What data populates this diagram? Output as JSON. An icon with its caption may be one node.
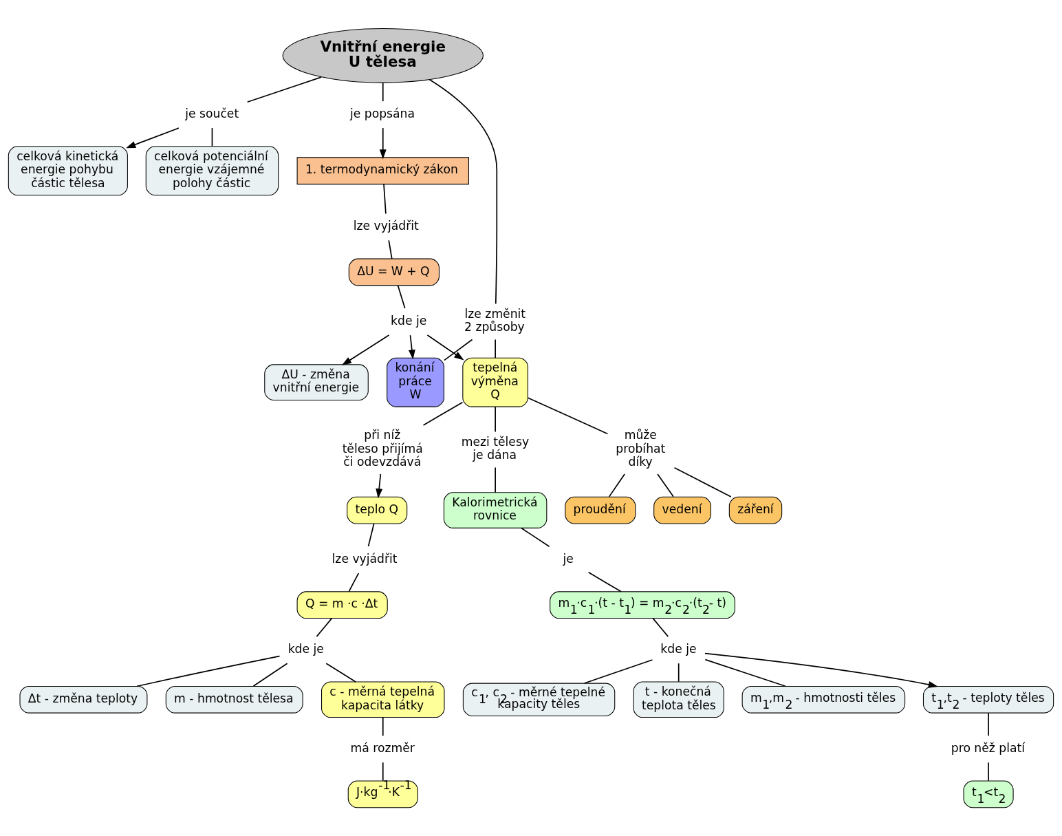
{
  "diagram": {
    "nodes": [
      {
        "text": [
          "Vnitřní energie U tělesa"
        ]
      },
      {
        "text": [
          "je součet"
        ]
      },
      {
        "text": [
          "celková kinetická energie pohybu částic tělesa"
        ]
      },
      {
        "text": [
          "celková potenciální energie vzájemné polohy částic"
        ]
      },
      {
        "text": [
          "je popsána"
        ]
      },
      {
        "text": [
          "1. termodynamický zákon"
        ]
      },
      {
        "text": [
          "lze vyjádřit"
        ]
      },
      {
        "text": [
          "ΔU = W + Q"
        ]
      },
      {
        "text": [
          "kde je"
        ]
      },
      {
        "text": [
          "ΔU - změna vnitřní energie"
        ]
      },
      {
        "text": [
          "lze změnit 2 způsoby"
        ]
      },
      {
        "text": [
          "tepelná výměna Q"
        ]
      },
      {
        "text": [
          "konání práce W"
        ]
      },
      {
        "text": [
          "při níž těleso přijímá či odevzdává"
        ]
      },
      {
        "text": [
          "teplo Q"
        ]
      },
      {
        "text": [
          "lze vyjádřit"
        ]
      },
      {
        "text": [
          "Q = m ·c ·Δt"
        ]
      },
      {
        "text": [
          "kde je"
        ]
      },
      {
        "text": [
          "Δt - změna teploty"
        ]
      },
      {
        "text": [
          "m - hmotnost tělesa"
        ]
      },
      {
        "text": [
          "c - měrná tepelná kapacita látky"
        ]
      },
      {
        "text": [
          "má rozměr"
        ]
      },
      {
        "text": [
          "J·kg$^{-1}$·K$^{-1}$"
        ]
      },
      {
        "text": [
          "mezi tělesy je dána"
        ]
      },
      {
        "text": [
          "Kalorimetrická rovnice"
        ]
      },
      {
        "text": [
          "je"
        ]
      },
      {
        "text": [
          "m$_{1}$·c$_{1}$·(t - t$_{1}$) = m$_{2}$·c$_{2}$·(t$_{2}$- t)"
        ]
      },
      {
        "text": [
          "kde je"
        ]
      },
      {
        "text": [
          "t$_{1}$,t$_{2}$ - teploty těles"
        ]
      },
      {
        "text": [
          "pro něž platí"
        ]
      },
      {
        "text": [
          "t$_{1}$<t$_{2}$"
        ]
      },
      {
        "text": [
          "c$_{1}$, c$_{2}$ - měrné tepelné kapacity těles"
        ]
      },
      {
        "text": [
          "t - konečná teplota těles"
        ]
      },
      {
        "text": [
          "m$_{1}$,m$_{2}$ - hmotnosti těles"
        ]
      },
      {
        "text": [
          "může probíhat díky"
        ]
      },
      {
        "text": [
          "proudění"
        ]
      },
      {
        "text": [
          "vedení"
        ]
      },
      {
        "text": [
          "záření"
        ]
      }
    ],
    "edges": [
      {
        "from": 0,
        "to": 1,
        "arrow": "none"
      },
      {
        "from": 1,
        "to": 2,
        "arrow": "to"
      },
      {
        "from": 1,
        "to": 3,
        "arrow": "none"
      },
      {
        "from": 0,
        "to": 4,
        "arrow": "none"
      },
      {
        "from": 4,
        "to": 5,
        "arrow": "to"
      },
      {
        "from": 5,
        "to": 6,
        "arrow": "none"
      },
      {
        "from": 6,
        "to": 7,
        "arrow": "none"
      },
      {
        "from": 7,
        "to": 8,
        "arrow": "none"
      },
      {
        "from": 8,
        "to": 11,
        "arrow": "to"
      },
      {
        "from": 8,
        "to": 12,
        "arrow": "to"
      },
      {
        "from": 8,
        "to": 9,
        "arrow": "to"
      },
      {
        "from": 0,
        "to": 10,
        "arrow": "none"
      },
      {
        "from": 10,
        "to": 11,
        "arrow": "none"
      },
      {
        "from": 10,
        "to": 12,
        "arrow": "none"
      },
      {
        "from": 11,
        "to": 13,
        "arrow": "none"
      },
      {
        "from": 13,
        "to": 14,
        "arrow": "to"
      },
      {
        "from": 14,
        "to": 15,
        "arrow": "none"
      },
      {
        "from": 15,
        "to": 16,
        "arrow": "none"
      },
      {
        "from": 16,
        "to": 17,
        "arrow": "none"
      },
      {
        "from": 17,
        "to": 18,
        "arrow": "none"
      },
      {
        "from": 17,
        "to": 19,
        "arrow": "none"
      },
      {
        "from": 17,
        "to": 20,
        "arrow": "none"
      },
      {
        "from": 20,
        "to": 21,
        "arrow": "none"
      },
      {
        "from": 21,
        "to": 22,
        "arrow": "none"
      },
      {
        "from": 11,
        "to": 23,
        "arrow": "none"
      },
      {
        "from": 23,
        "to": 24,
        "arrow": "none"
      },
      {
        "from": 24,
        "to": 25,
        "arrow": "none"
      },
      {
        "from": 25,
        "to": 26,
        "arrow": "none"
      },
      {
        "from": 26,
        "to": 27,
        "arrow": "none"
      },
      {
        "from": 27,
        "to": 28,
        "arrow": "to"
      },
      {
        "from": 28,
        "to": 29,
        "arrow": "none"
      },
      {
        "from": 29,
        "to": 30,
        "arrow": "none"
      },
      {
        "from": 27,
        "to": 31,
        "arrow": "none"
      },
      {
        "from": 27,
        "to": 33,
        "arrow": "none"
      },
      {
        "from": 27,
        "to": 32,
        "arrow": "none"
      },
      {
        "from": 11,
        "to": 34,
        "arrow": "none"
      },
      {
        "from": 34,
        "to": 35,
        "arrow": "none"
      },
      {
        "from": 34,
        "to": 36,
        "arrow": "none"
      },
      {
        "from": 34,
        "to": 37,
        "arrow": "none"
      }
    ]
  }
}
